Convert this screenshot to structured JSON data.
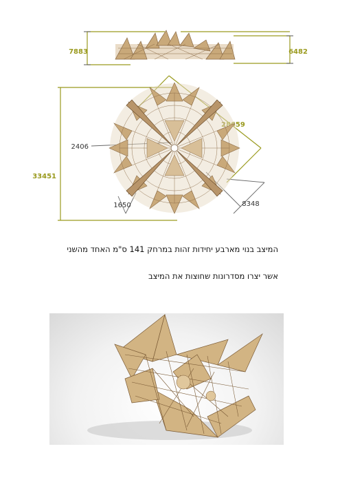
{
  "dimensions": {
    "elevation_left": "7883",
    "elevation_right": "6482",
    "plan_height": "33451",
    "plan_diagonal": "28659",
    "plan_left_label": "2406",
    "plan_bottom_left": "1650",
    "plan_bottom_right": "8348"
  },
  "captions": {
    "line1": "המיצב בנוי מארבע יחידות זהות במרחק 141 ס\"מ האחד מהשני",
    "line2": "אשר יצרו מסדרונות שחוצות את המיצב"
  },
  "colors": {
    "dimension_line": "#9a9a1e",
    "wood": "#c9a97a",
    "wood_dark": "#8a6a45"
  }
}
